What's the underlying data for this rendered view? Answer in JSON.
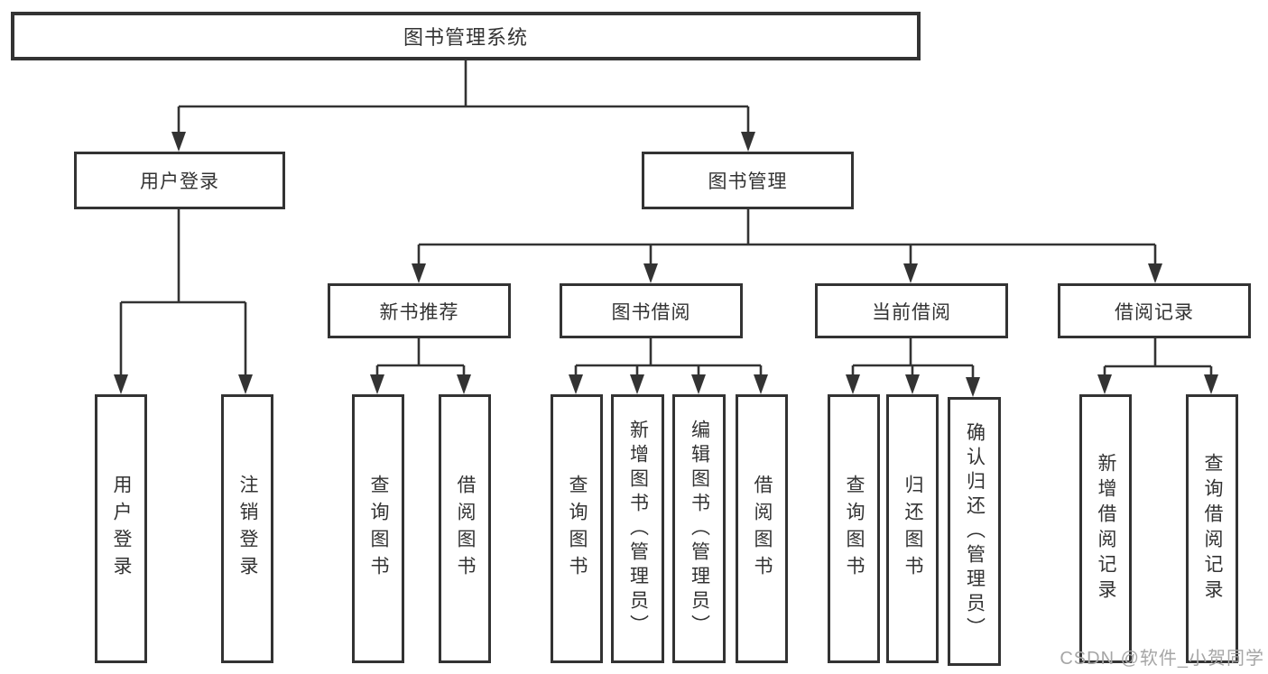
{
  "watermark": "CSDN @软件_小贺同学",
  "diagram_type": "hierarchy-tree",
  "tree": {
    "label": "图书管理系统",
    "children": [
      {
        "label": "用户登录",
        "children": [
          {
            "label": "用户登录"
          },
          {
            "label": "注销登录"
          }
        ]
      },
      {
        "label": "图书管理",
        "children": [
          {
            "label": "新书推荐",
            "children": [
              {
                "label": "查询图书"
              },
              {
                "label": "借阅图书"
              }
            ]
          },
          {
            "label": "图书借阅",
            "children": [
              {
                "label": "查询图书"
              },
              {
                "label": "新增图书（管理员）"
              },
              {
                "label": "编辑图书（管理员）"
              },
              {
                "label": "借阅图书"
              }
            ]
          },
          {
            "label": "当前借阅",
            "children": [
              {
                "label": "查询图书"
              },
              {
                "label": "归还图书"
              },
              {
                "label": "确认归还（管理员）"
              }
            ]
          },
          {
            "label": "借阅记录",
            "children": [
              {
                "label": "新增借阅记录"
              },
              {
                "label": "查询借阅记录"
              }
            ]
          }
        ]
      }
    ]
  }
}
